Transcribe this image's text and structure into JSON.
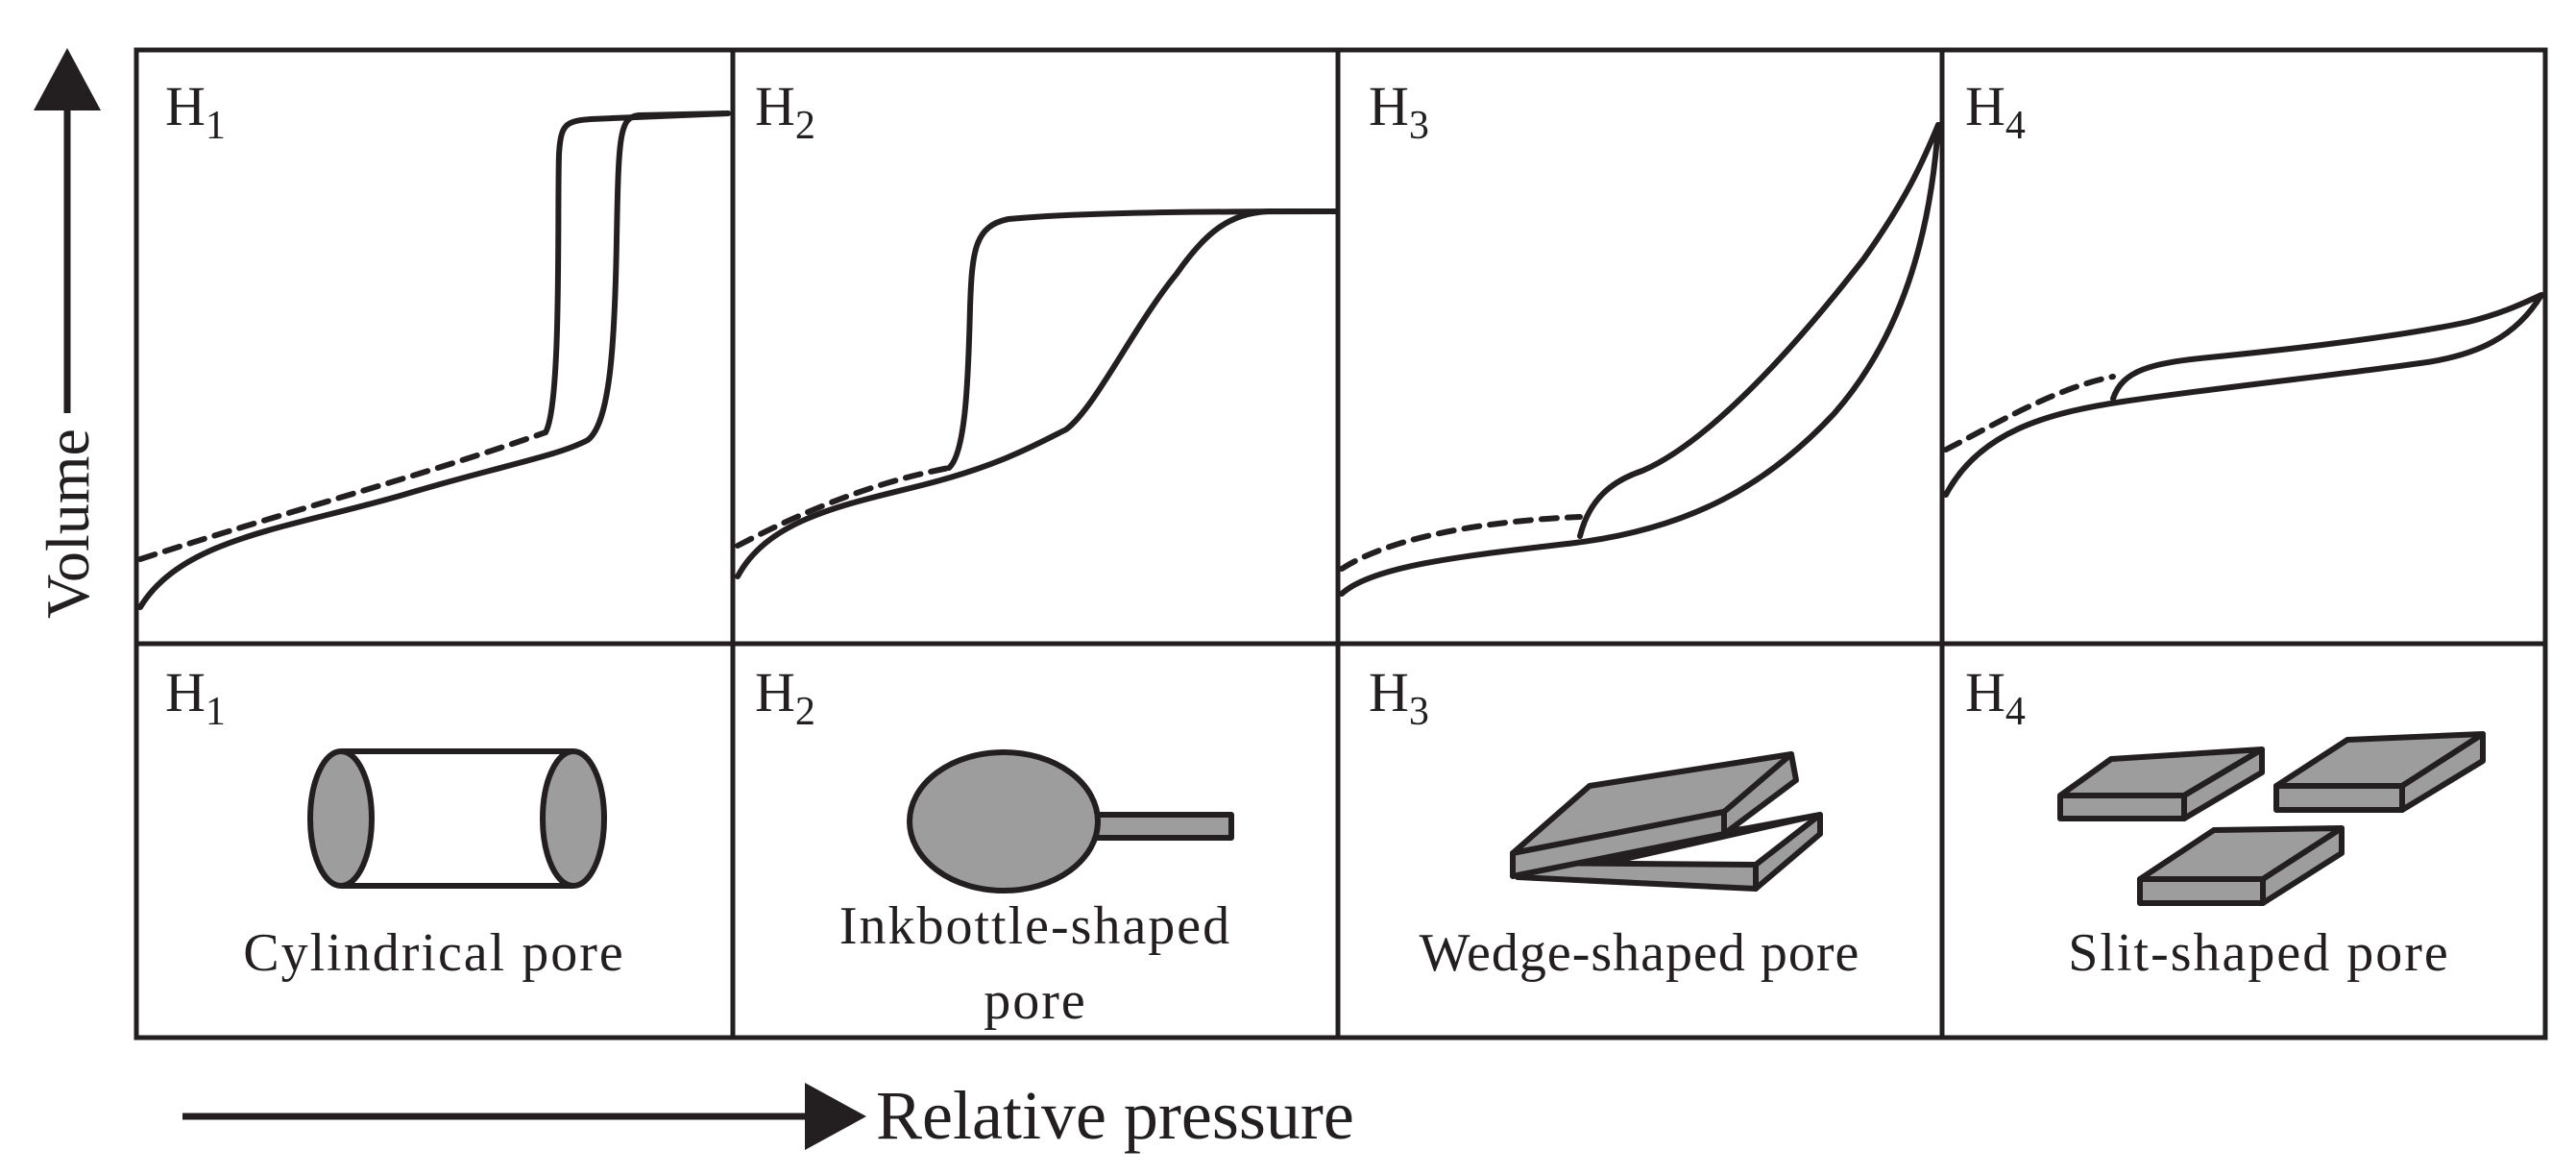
{
  "axes": {
    "y_label": "Volume",
    "x_label": "Relative pressure"
  },
  "panels": [
    {
      "id": "H1",
      "letter": "H",
      "subscript": "1",
      "pore_caption": [
        "Cylindrical pore"
      ]
    },
    {
      "id": "H2",
      "letter": "H",
      "subscript": "2",
      "pore_caption": [
        "Inkbottle-shaped",
        "pore"
      ]
    },
    {
      "id": "H3",
      "letter": "H",
      "subscript": "3",
      "pore_caption": [
        "Wedge-shaped pore"
      ]
    },
    {
      "id": "H4",
      "letter": "H",
      "subscript": "4",
      "pore_caption": [
        "Slit-shaped pore"
      ]
    }
  ],
  "colors": {
    "line": "#231f20",
    "pore_fill": "#9d9d9d",
    "background": "#ffffff"
  }
}
